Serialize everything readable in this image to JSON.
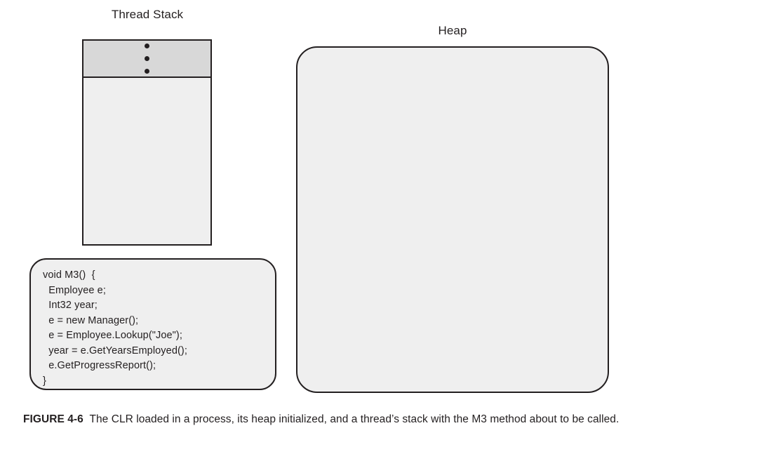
{
  "figure": {
    "diagram_type": "memory-layout-diagram",
    "thread_stack": {
      "label": "Thread Stack",
      "ellipsis_dots": 3,
      "ellipsis_fill_color": "#d8d8d8",
      "empty_region_fill_color": "#efefef",
      "border_color": "#231f20"
    },
    "heap": {
      "label": "Heap",
      "fill_color": "#efefef",
      "border_color": "#231f20",
      "contents": []
    },
    "code_block": {
      "fill_color": "#efefef",
      "border_color": "#231f20",
      "lines": [
        "void M3()  {",
        "  Employee e;",
        "  Int32 year;",
        "  e = new Manager();",
        "  e = Employee.Lookup(\"Joe\");",
        "  year = e.GetYearsEmployed();",
        "  e.GetProgressReport();",
        "}"
      ]
    },
    "caption": {
      "prefix": "FIGURE 4-6",
      "text": "The CLR loaded in a process, its heap initialized, and a thread’s stack with the M3 method about to be called."
    }
  }
}
